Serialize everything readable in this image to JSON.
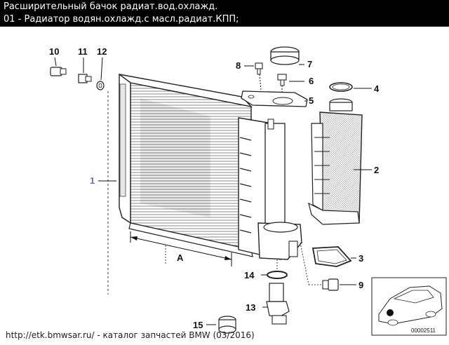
{
  "header": {
    "title": "Расширительный бачок радиат.вод.охлажд.",
    "subtitle": "01 - Радиатор водян.охлажд.с масл.радиат.КПП;"
  },
  "callouts": {
    "c1": "1",
    "c2": "2",
    "c3": "3",
    "c4": "4",
    "c5": "5",
    "c6": "6",
    "c7": "7",
    "c8": "8",
    "c9": "9",
    "c10": "10",
    "c11": "11",
    "c12": "12",
    "c13": "13",
    "c14": "14",
    "c15": "15",
    "dimA": "A"
  },
  "thumbnail": {
    "code": "00002511"
  },
  "footer": {
    "text": "http://etk.bmwsar.ru/ - каталог запчастей BMW (03/2016)"
  },
  "colors": {
    "header_bg": "#000000",
    "header_text": "#ffffff",
    "highlight": "#5a6fd0"
  }
}
